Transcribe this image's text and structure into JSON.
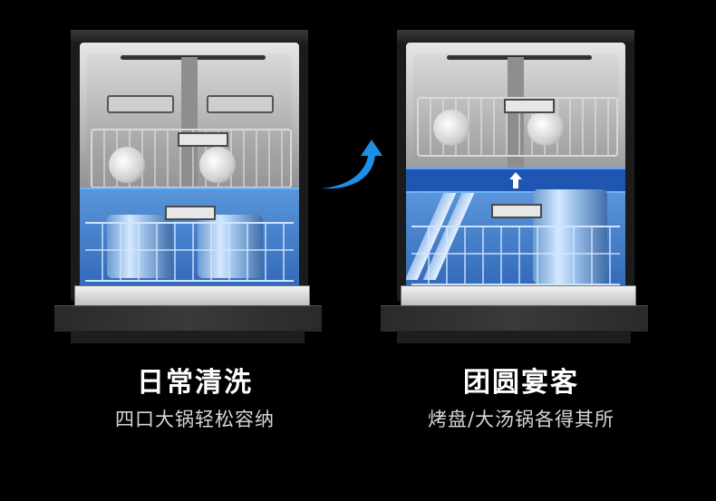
{
  "colors": {
    "background": "#000000",
    "accent_blue": "#1e8fe6",
    "title_text": "#ffffff",
    "subtitle_text": "#d6d6d6"
  },
  "panels": [
    {
      "id": "daily",
      "title": "日常清洗",
      "subtitle": "四口大锅轻松容纳",
      "upper_rack": "normal",
      "lower_rack_highlight": "blue"
    },
    {
      "id": "banquet",
      "title": "团圆宴客",
      "subtitle": "烤盘/大汤锅各得其所",
      "upper_rack": "raised",
      "lower_rack_highlight": "blue-extended",
      "raise_indicator": "up-arrow-icon"
    }
  ],
  "transition_icon": "curved-up-arrow-icon"
}
